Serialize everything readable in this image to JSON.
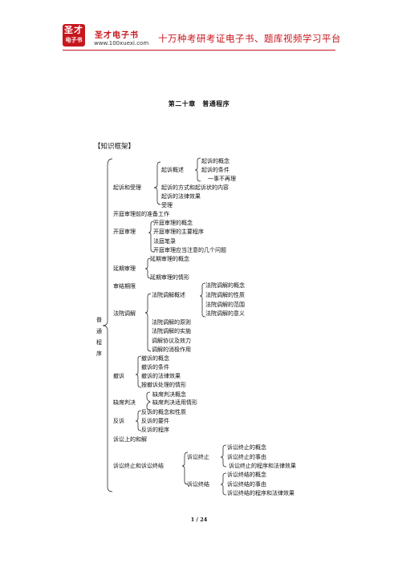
{
  "header": {
    "logo_line1": "圣才",
    "logo_line2": "电子书",
    "brand_name": "圣才电子书",
    "brand_url": "www.100xuexi.com",
    "slogan": "十万种考研考证电子书、题库视频学习平台"
  },
  "chapter_title": "第二十章　普通程序",
  "section_label": "【知识框架】",
  "outline": {
    "root_chars": [
      "普",
      "通",
      "程",
      "序"
    ],
    "nodes": [
      "起诉的概念",
      "起诉概述",
      "起诉的条件",
      "一事不再理",
      "起诉和受理",
      "起诉的方式和起诉状的内容",
      "起诉的法律效果",
      "受理",
      "开庭审理前的准备工作",
      "开庭审理的概念",
      "开庭审理",
      "开庭审理的主要程序",
      "法庭笔录",
      "开庭审理应当注意的几个问题",
      "延期审理的概念",
      "延期审理",
      "延期审理的情形",
      "审结期限",
      "法院调解的概念",
      "法院调解概述",
      "法院调解的性质",
      "法院调解的范围",
      "法院调解的意义",
      "法院调解",
      "法院调解的原则",
      "法院调解的实施",
      "调解协议及效力",
      "调解的消极作用",
      "撤诉的概念",
      "撤诉的条件",
      "撤诉",
      "撤诉的法律效果",
      "按撤诉处理的情形",
      "缺席判决概念",
      "缺席判决",
      "缺席判决适用情形",
      "反诉的概念和性质",
      "反诉",
      "反诉的要件",
      "反诉的程序",
      "诉讼上的和解",
      "诉讼终止的概念",
      "诉讼终止",
      "诉讼终止的事由",
      "诉讼终止和诉讼终结",
      "诉讼终止的程序和法律效果",
      "诉讼终结的概念",
      "诉讼终结",
      "诉讼终结的事由",
      "诉讼终结的程序和法律效果"
    ]
  },
  "footer": {
    "page_indicator": "1 / 24"
  }
}
